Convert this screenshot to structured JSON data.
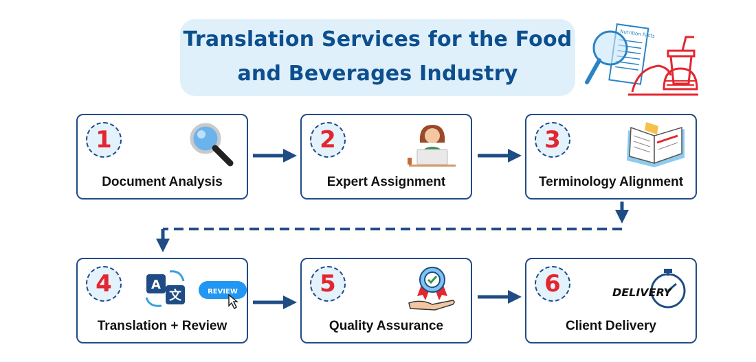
{
  "header": {
    "title_line1": "Translation Services for the Food",
    "title_line2": "and Beverages Industry"
  },
  "decor": {
    "nutrition_label_text": "Nutrition Facts"
  },
  "steps": [
    {
      "number": "1",
      "label": "Document Analysis",
      "icon": "magnifier-icon"
    },
    {
      "number": "2",
      "label": "Expert Assignment",
      "icon": "person-laptop-icon"
    },
    {
      "number": "3",
      "label": "Terminology Alignment",
      "icon": "open-book-icon"
    },
    {
      "number": "4",
      "label": "Translation + Review",
      "icon": "translate-icon",
      "badge": "REVIEW"
    },
    {
      "number": "5",
      "label": "Quality Assurance",
      "icon": "quality-badge-hand-icon"
    },
    {
      "number": "6",
      "label": "Client Delivery",
      "icon": "stopwatch-icon",
      "badge": "DELIVERY"
    }
  ],
  "colors": {
    "accent": "#1f4c85",
    "number": "#e3262f",
    "title": "#0d4f8e",
    "title_bg": "#dff0fb"
  }
}
